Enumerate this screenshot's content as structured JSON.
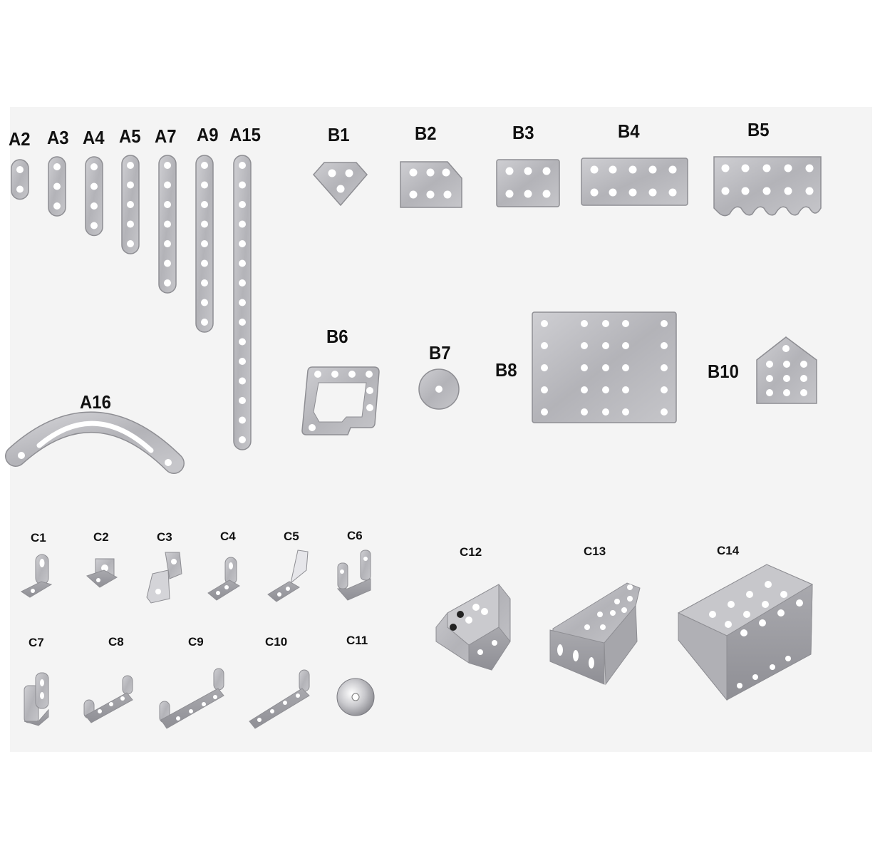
{
  "colors": {
    "metal": "#b9b9bd",
    "metal_edge": "#8e8e93",
    "hole": "#ffffff",
    "background": "#f4f4f4",
    "text": "#111111"
  },
  "labels": {
    "A2": "A2",
    "A3": "A3",
    "A4": "A4",
    "A5": "A5",
    "A7": "A7",
    "A9": "A9",
    "A15": "A15",
    "A16": "A16",
    "B1": "B1",
    "B2": "B2",
    "B3": "B3",
    "B4": "B4",
    "B5": "B5",
    "B6": "B6",
    "B7": "B7",
    "B8": "B8",
    "B10": "B10",
    "C1": "C1",
    "C2": "C2",
    "C3": "C3",
    "C4": "C4",
    "C5": "C5",
    "C6": "C6",
    "C7": "C7",
    "C8": "C8",
    "C9": "C9",
    "C10": "C10",
    "C11": "C11",
    "C12": "C12",
    "C13": "C13",
    "C14": "C14"
  },
  "strips": [
    {
      "id": "A2",
      "holes": 2
    },
    {
      "id": "A3",
      "holes": 3
    },
    {
      "id": "A4",
      "holes": 4
    },
    {
      "id": "A5",
      "holes": 5
    },
    {
      "id": "A7",
      "holes": 7
    },
    {
      "id": "A9",
      "holes": 9
    },
    {
      "id": "A15",
      "holes": 15
    }
  ]
}
